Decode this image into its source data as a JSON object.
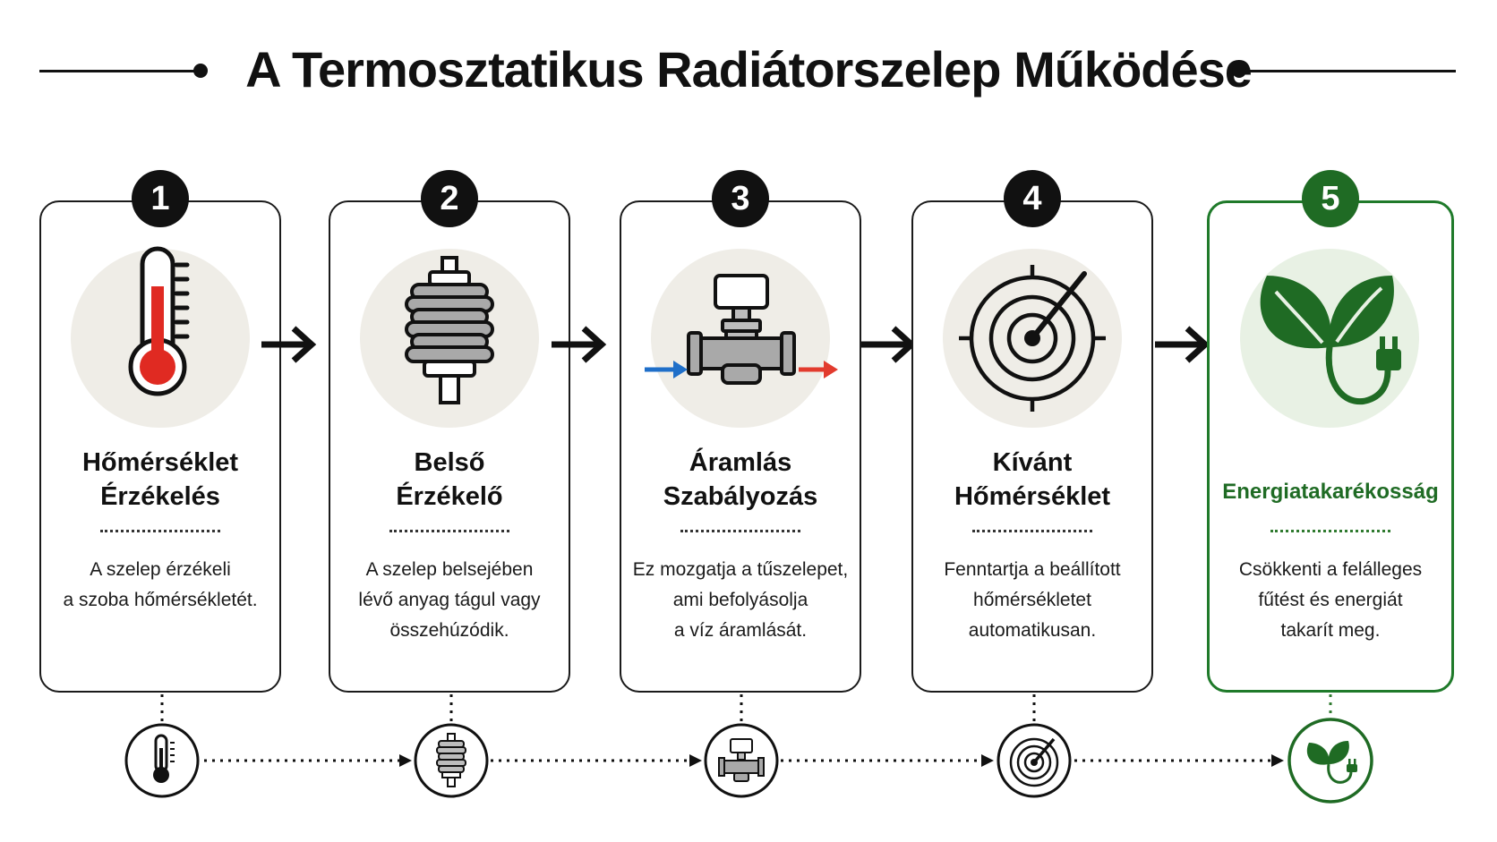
{
  "title": "A Termosztatikus Radiátorszelep Működése",
  "colors": {
    "accent_green": "#1f6b24",
    "arrow_blue": "#1f6fc9",
    "arrow_red": "#e23b2e",
    "thermo_red": "#e02a22"
  },
  "steps": [
    {
      "number": "1",
      "title_line1": "Hőmérséklet",
      "title_line2": "Érzékelés",
      "desc": [
        "A szelep érzékeli",
        "a szoba hőmérsékletét."
      ],
      "icon": "thermometer-icon"
    },
    {
      "number": "2",
      "title_line1": "Belső",
      "title_line2": "Érzékelő",
      "desc": [
        "A szelep belsejében",
        "lévő anyag tágul vagy",
        "összehúzódik."
      ],
      "icon": "bellows-sensor-icon"
    },
    {
      "number": "3",
      "title_line1": "Áramlás",
      "title_line2": "Szabályozás",
      "desc": [
        "Ez mozgatja a tűszelepet,",
        "ami befolyásolja",
        "a víz áramlását."
      ],
      "icon": "valve-icon"
    },
    {
      "number": "4",
      "title_line1": "Kívánt",
      "title_line2": "Hőmérséklet",
      "desc": [
        "Fenntartja a beállított",
        "hőmérsékletet",
        "automatikusan."
      ],
      "icon": "target-dial-icon"
    },
    {
      "number": "5",
      "title_line1": "Energiatakarékosság",
      "title_line2": "",
      "desc": [
        "Csökkenti a felálleges",
        "fűtést és energiát",
        "takarít meg."
      ],
      "icon": "leaf-plug-icon"
    }
  ]
}
